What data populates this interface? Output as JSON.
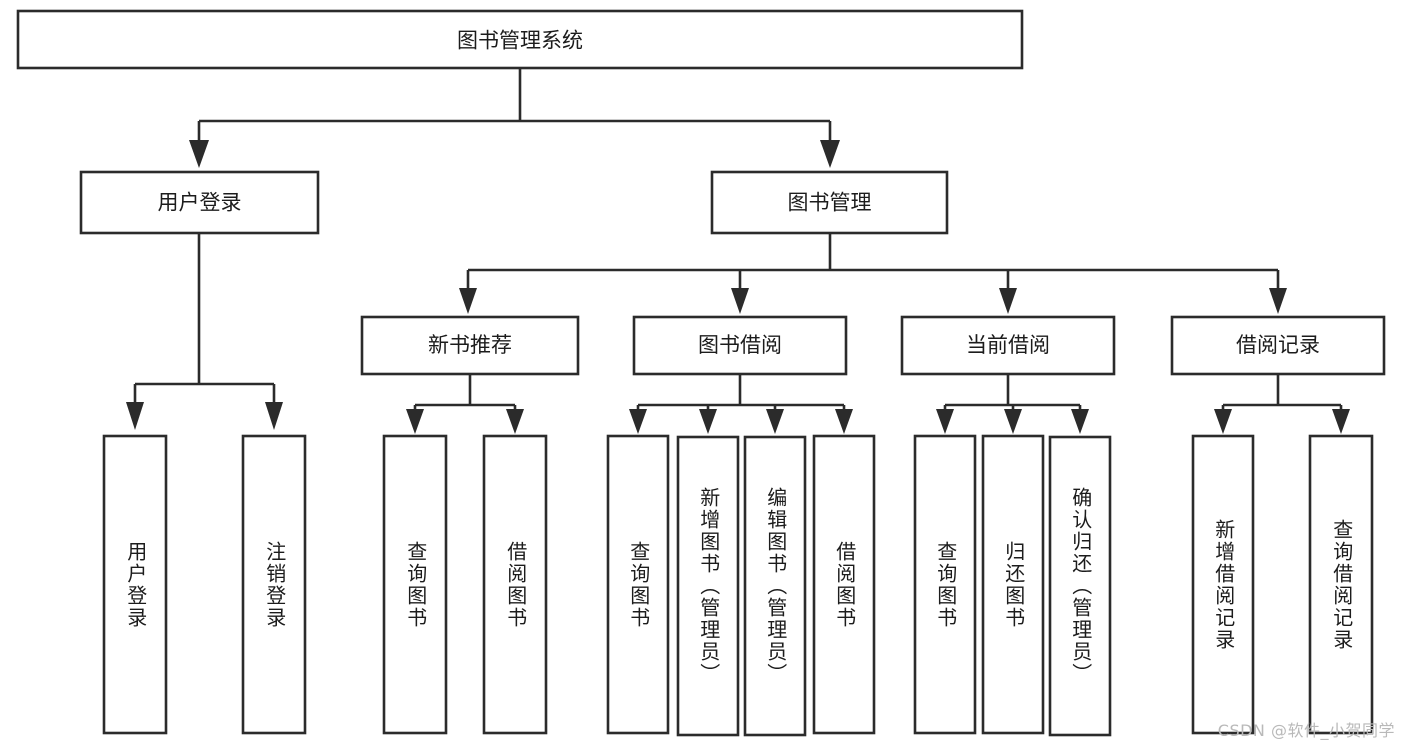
{
  "diagram": {
    "title": "图书管理系统",
    "watermark": "CSDN @软件_小贺同学",
    "colors": {
      "stroke": "#2b2b2b",
      "fill": "#ffffff",
      "text": "#1c1c1c",
      "watermark": "#b9b9b9"
    },
    "root": {
      "label": "图书管理系统"
    },
    "level2": [
      {
        "label": "用户登录"
      },
      {
        "label": "图书管理"
      }
    ],
    "level3": [
      {
        "label": "新书推荐"
      },
      {
        "label": "图书借阅"
      },
      {
        "label": "当前借阅"
      },
      {
        "label": "借阅记录"
      }
    ],
    "leaves": {
      "user_login": [
        {
          "label": "用户登录"
        },
        {
          "label": "注销登录"
        }
      ],
      "new_book_recommend": [
        {
          "label": "查询图书"
        },
        {
          "label": "借阅图书"
        }
      ],
      "book_borrow": [
        {
          "label": "查询图书"
        },
        {
          "label": "新增图书（管理员）"
        },
        {
          "label": "编辑图书（管理员）"
        },
        {
          "label": "借阅图书"
        }
      ],
      "current_borrow": [
        {
          "label": "查询图书"
        },
        {
          "label": "归还图书"
        },
        {
          "label": "确认归还（管理员）"
        }
      ],
      "borrow_record": [
        {
          "label": "新增借阅记录"
        },
        {
          "label": "查询借阅记录"
        }
      ]
    }
  }
}
